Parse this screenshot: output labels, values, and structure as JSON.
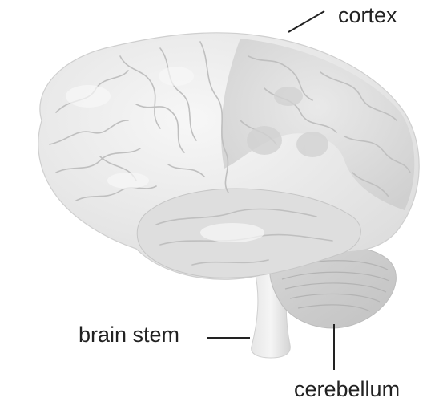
{
  "labels": {
    "cortex": "cortex",
    "brain_stem": "brain stem",
    "cerebellum": "cerebellum"
  },
  "colors": {
    "brain_light": "#ececec",
    "brain_mid": "#dcdcdc",
    "brain_dark": "#c9c9c9",
    "sulcus": "#bdbdbd",
    "leader_line": "#222222",
    "text": "#222222"
  }
}
